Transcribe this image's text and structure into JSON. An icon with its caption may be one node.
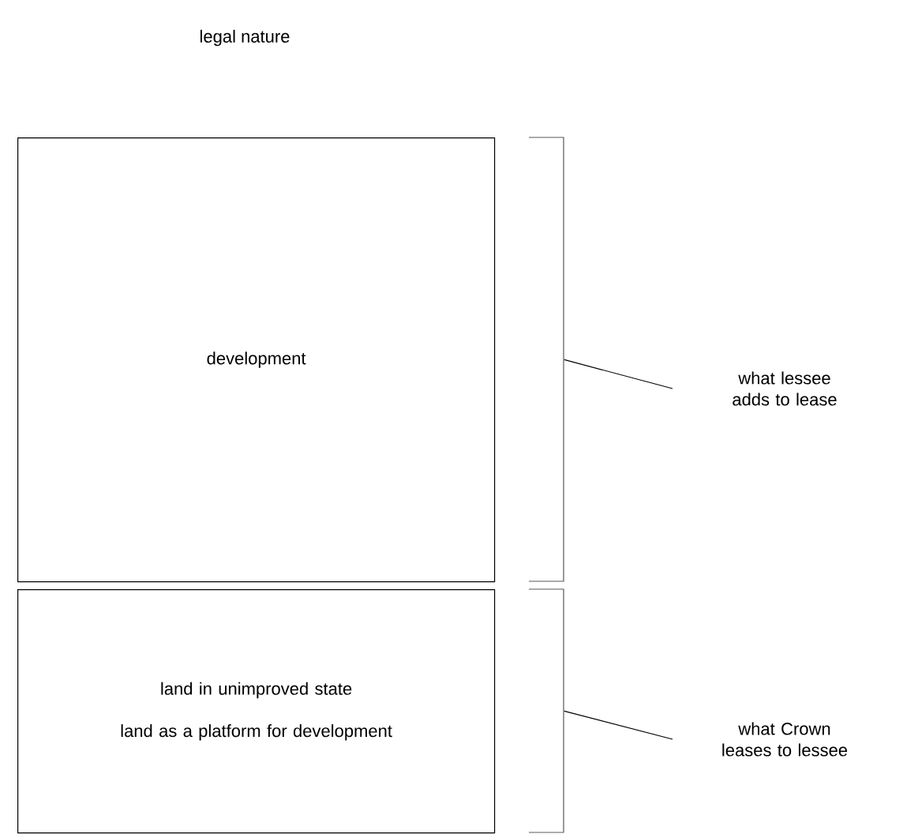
{
  "diagram": {
    "title": "legal nature",
    "nodes": [
      {
        "text": [
          "development"
        ]
      },
      {
        "text": [
          "land in unimproved state",
          "land as a platform for development"
        ]
      },
      {
        "text": [],
        "shape": "bracket"
      },
      {
        "text": [],
        "shape": "bracket"
      },
      {
        "text": [
          "what lessee adds to lease"
        ]
      },
      {
        "text": [
          "what Crown leases to lessee"
        ]
      }
    ],
    "edges": [
      {
        "from": 4,
        "to": 2,
        "arrow": "none"
      },
      {
        "from": 5,
        "to": 3,
        "arrow": "none"
      }
    ]
  }
}
